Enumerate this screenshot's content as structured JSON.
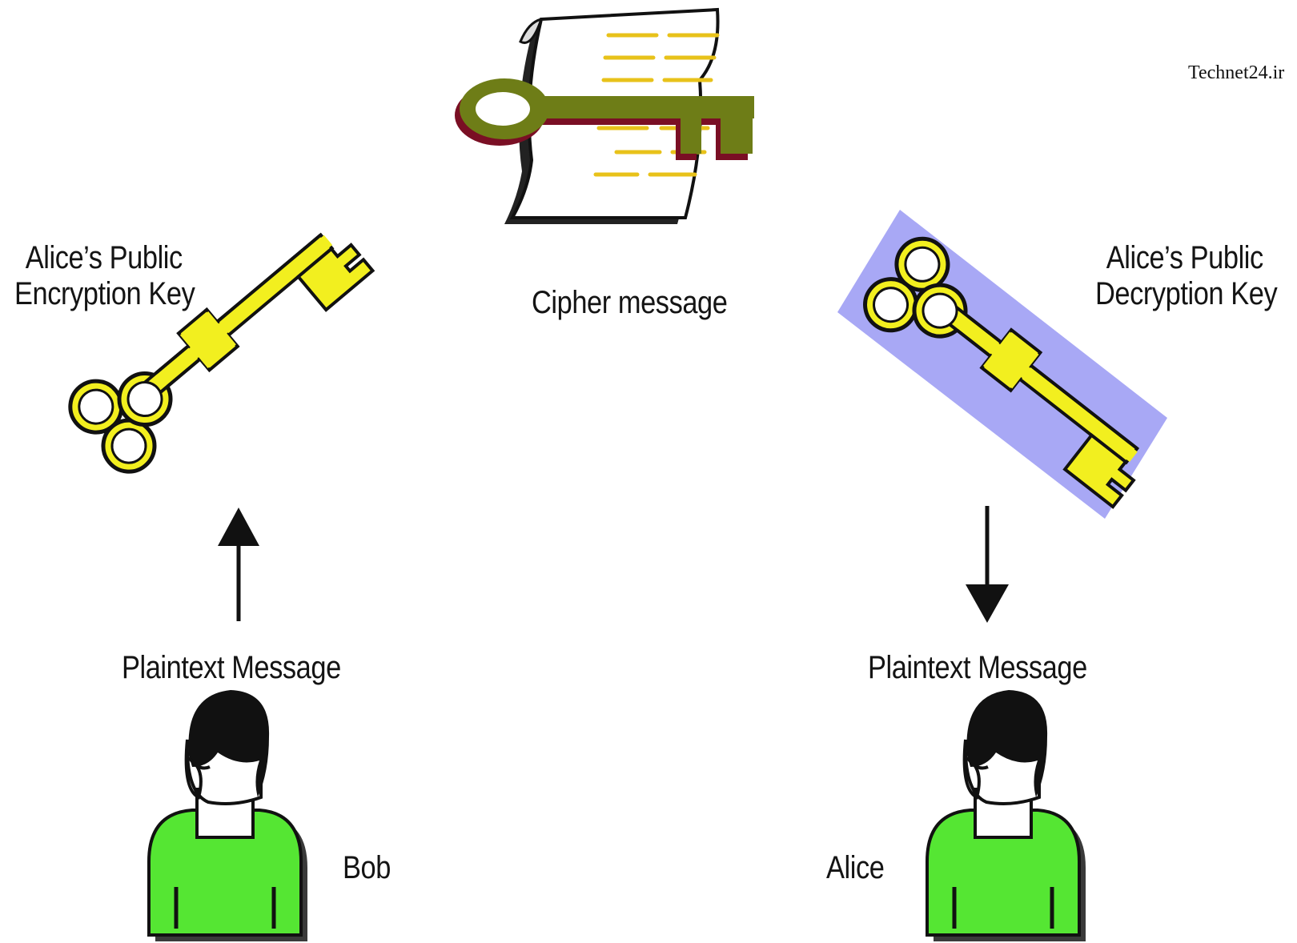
{
  "watermark": "Technet24.ir",
  "labels": {
    "cipher_message": "Cipher message",
    "enc_key_line1": "Alice’s Public",
    "enc_key_line2": "Encryption Key",
    "dec_key_line1": "Alice’s Public",
    "dec_key_line2": "Decryption Key",
    "plaintext_left": "Plaintext Message",
    "plaintext_right": "Plaintext Message",
    "bob": "Bob",
    "alice": "Alice"
  },
  "icons": {
    "cipher_document": "scroll-document-icon",
    "cipher_key": "key-icon",
    "encryption_key": "key-icon",
    "decryption_key": "key-icon",
    "bob": "person-icon",
    "alice": "person-icon",
    "up_arrow": "arrow-up-icon",
    "down_arrow": "arrow-down-icon"
  },
  "colors": {
    "key_yellow": "#f2ef1f",
    "person_green": "#55e633",
    "scroll_lines": "#e8c21a",
    "cipher_key_olive": "#6e7d17",
    "cipher_key_shadow": "#7a0f24",
    "decryption_backdrop": "#a8a8f5"
  }
}
